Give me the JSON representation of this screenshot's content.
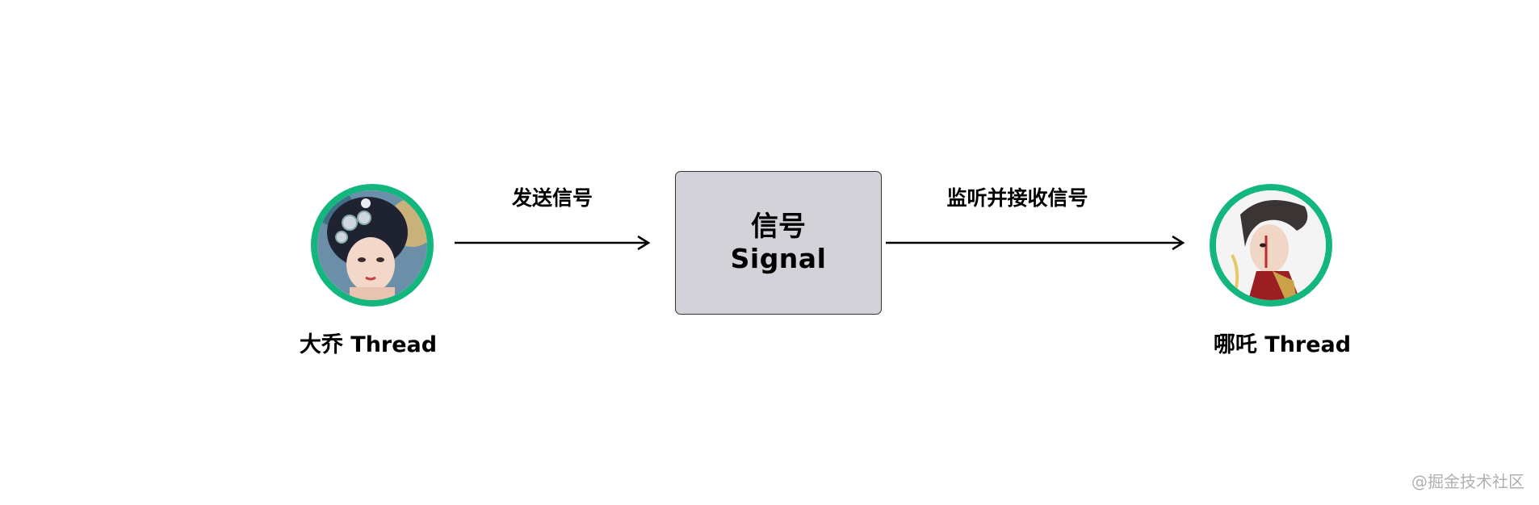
{
  "nodes": {
    "left": {
      "label": "大乔 Thread",
      "icon": "character-portrait-icon"
    },
    "right": {
      "label": "哪吒 Thread",
      "icon": "character-portrait-icon"
    },
    "signal": {
      "title_cn": "信号",
      "title_en": "Signal"
    }
  },
  "edges": {
    "send_label": "发送信号",
    "listen_label": "监听并接收信号"
  },
  "colors": {
    "avatar_ring": "#13b77d",
    "signal_box_fill": "#d3d2d8",
    "arrow": "#000000",
    "watermark": "#b0b0b0"
  },
  "watermark": "@掘金技术社区"
}
